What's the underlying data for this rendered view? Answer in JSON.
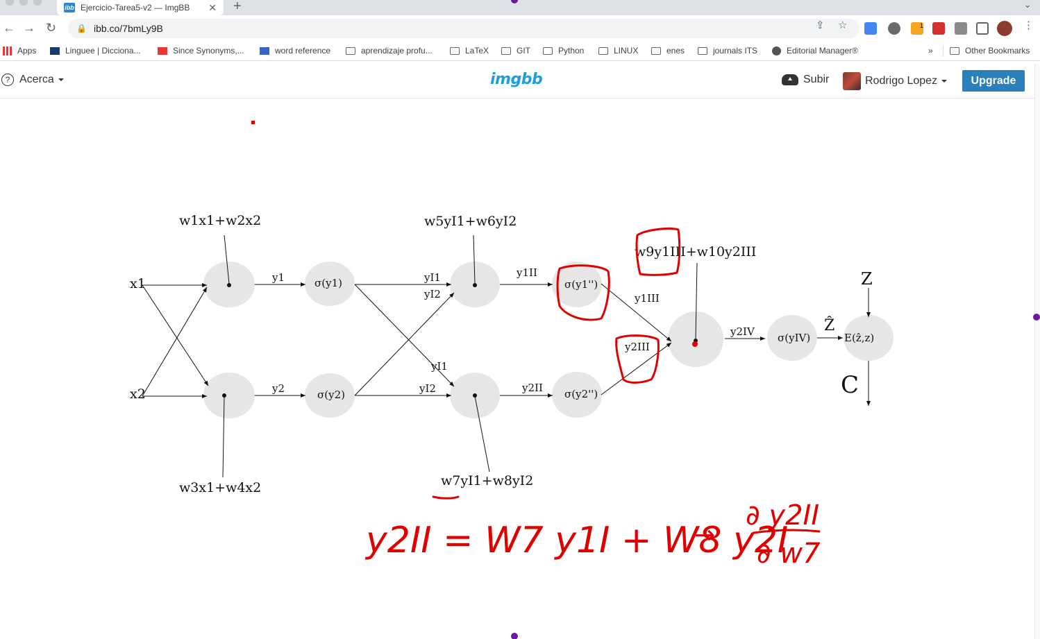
{
  "browser": {
    "tab_title": "Ejercicio-Tarea5-v2 — ImgBB",
    "tab_favicon": "ibb",
    "url": "ibb.co/7bmLy9B",
    "bookmarks": [
      "Apps",
      "Linguee | Dicciona...",
      "Since Synonyms,...",
      "word reference",
      "aprendizaje profu...",
      "LaTeX",
      "GIT",
      "Python",
      "LINUX",
      "enes",
      "journals ITS",
      "Editorial Manager®"
    ],
    "overflow": "»",
    "other_bookmarks": "Other Bookmarks",
    "extension_badge": "1"
  },
  "header": {
    "about_label": "Acerca",
    "logo": "imgbb",
    "upload_label": "Subir",
    "user_name": "Rodrigo Lopez",
    "upgrade_label": "Upgrade"
  },
  "diagram": {
    "inputs": [
      "x1",
      "x2"
    ],
    "layer1_sum_labels": [
      "w1x1+w2x2",
      "w3x1+w4x2"
    ],
    "layer1_outputs": [
      "y1",
      "y2"
    ],
    "activation_1": [
      "σ(y1)",
      "σ(y2)"
    ],
    "layer2_inputs": [
      "yI1",
      "yI2",
      "yI1",
      "yI2"
    ],
    "layer2_sum_labels": [
      "w5yI1+w6yI2",
      "w7yI1+w8yI2"
    ],
    "layer2_outputs": [
      "y1II",
      "y2II"
    ],
    "activation_2": [
      "σ(y1'')",
      "σ(y2'')"
    ],
    "layer3_inputs": [
      "y1III",
      "y2III"
    ],
    "layer3_sum_label": "w9y1III+w10y2III",
    "layer3_output": "y2IV",
    "activation_3": "σ(yIV)",
    "prediction": "Ẑ",
    "target": "Z",
    "error": "E(ẑ,z)",
    "cost": "C"
  },
  "handwriting": {
    "equation": "y2II = W7 y1I + W8 y2I",
    "arrow": "→",
    "derivative": "∂y2II / ∂w7"
  },
  "colors": {
    "accent": "#2a80b9",
    "logo": "#1c9fd9",
    "ink": "#e00000",
    "node": "#e6e6e6"
  }
}
